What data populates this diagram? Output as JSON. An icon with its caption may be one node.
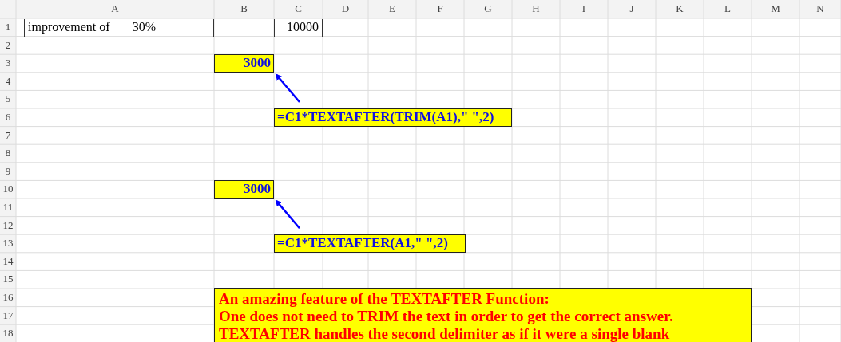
{
  "diagram": {
    "nodes": [
      {
        "text": [
          "3000"
        ]
      },
      {
        "text": [
          "=C1*TEXTAFTER(TRIM(A1),\" \",2)"
        ]
      },
      {
        "text": [
          "3000"
        ]
      },
      {
        "text": [
          "=C1*TEXTAFTER(A1,\" \",2)"
        ]
      },
      {
        "text": [
          "An amazing feature of the TEXTAFTER Function:",
          "One does not need to TRIM the text in order to get the correct answer.",
          "TEXTAFTER handles the second delimiter as if it were a single blank"
        ]
      }
    ],
    "edges": [
      {
        "from": 1,
        "to": 0,
        "arrow": "to"
      },
      {
        "from": 3,
        "to": 2,
        "arrow": "to"
      }
    ],
    "labels": [
      "A",
      "B",
      "C",
      "D",
      "E",
      "F",
      "G",
      "H",
      "I",
      "J",
      "K",
      "L",
      "M",
      "N",
      "1",
      "2",
      "3",
      "4",
      "5",
      "6",
      "7",
      "8",
      "9",
      "10",
      "11",
      "12",
      "13",
      "14",
      "15",
      "16",
      "17",
      "18",
      "improvement of       30%",
      "10000"
    ]
  }
}
